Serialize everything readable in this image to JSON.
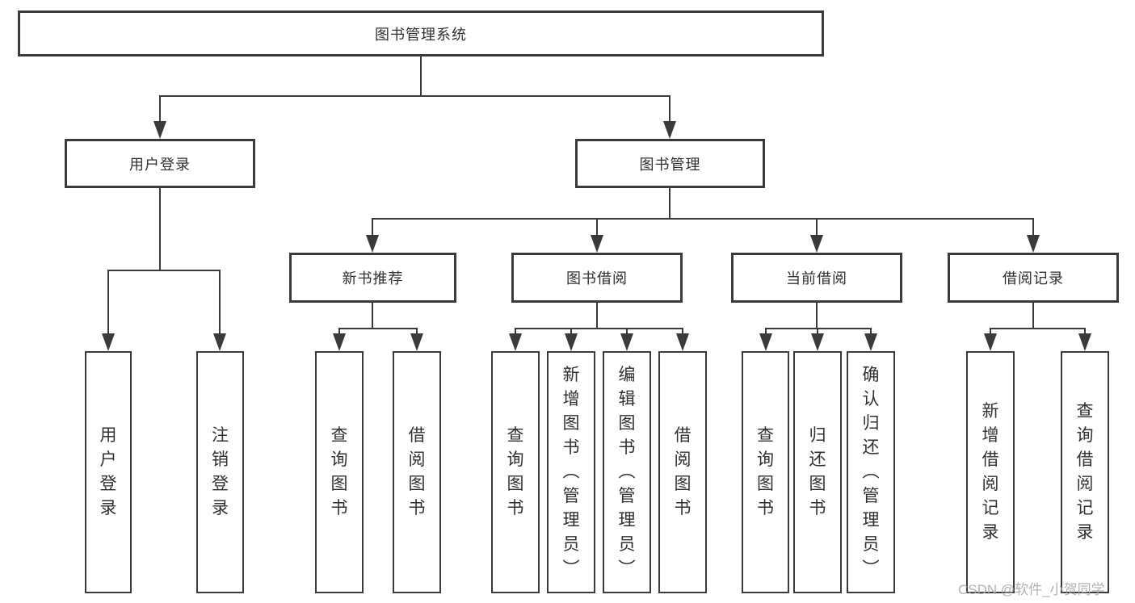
{
  "diagram": {
    "title": "图书管理系统",
    "level1": [
      "用户登录",
      "图书管理"
    ],
    "level2": [
      "新书推荐",
      "图书借阅",
      "当前借阅",
      "借阅记录"
    ],
    "leaves": {
      "user_login": [
        "用户登录",
        "注销登录"
      ],
      "new_book": [
        "查询图书",
        "借阅图书"
      ],
      "borrow": [
        "查询图书",
        "新增图书（管理员）",
        "编辑图书（管理员）",
        "借阅图书"
      ],
      "current": [
        "查询图书",
        "归还图书",
        "确认归还（管理员）"
      ],
      "records": [
        "新增借阅记录",
        "查询借阅记录"
      ]
    }
  },
  "watermark": "CSDN @软件_小贺同学",
  "colors": {
    "line": "#3a3a3a",
    "border": "#3b3b3b",
    "text": "#303030",
    "watermark": "#aaaaaa",
    "background": "#ffffff"
  }
}
